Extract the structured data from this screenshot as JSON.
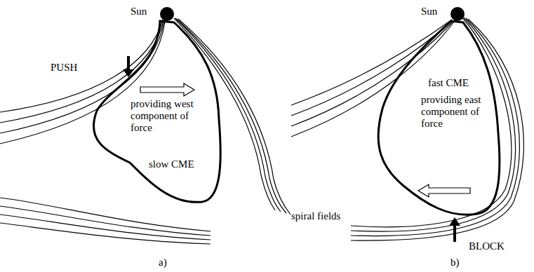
{
  "diagram": {
    "nodes": [
      {
        "text": [
          "providing west component of force",
          "slow CME"
        ]
      },
      {
        "text": [
          "fast CME",
          "providing east component of force"
        ]
      }
    ],
    "labels": [
      "Sun",
      "PUSH",
      "a)",
      "Sun",
      "spiral fields",
      "BLOCK",
      "b)"
    ]
  }
}
